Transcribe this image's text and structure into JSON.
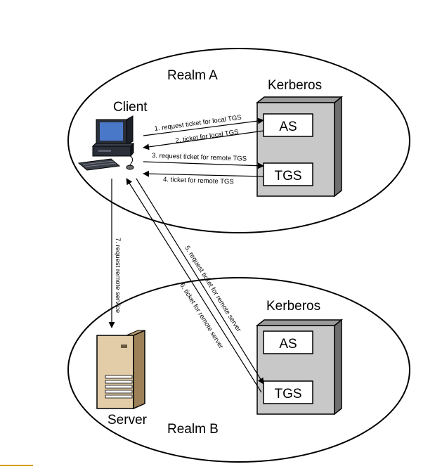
{
  "realm_a": {
    "label": "Realm A"
  },
  "realm_b": {
    "label": "Realm B"
  },
  "client": {
    "label": "Client"
  },
  "server": {
    "label": "Server"
  },
  "kerberos_a": {
    "label": "Kerberos",
    "as_label": "AS",
    "tgs_label": "TGS"
  },
  "kerberos_b": {
    "label": "Kerberos",
    "as_label": "AS",
    "tgs_label": "TGS"
  },
  "messages": {
    "m1": "1. request ticket for local TGS",
    "m2": "2. ticket for local TGS",
    "m3": "3. request ticket for remote TGS",
    "m4": "4. ticket for remote TGS",
    "m5": "5. request ticket for remote server",
    "m6": "6. ticket for remote server",
    "m7": "7. request remote service"
  },
  "colors": {
    "kerberos_fill": "#c8c8c8",
    "kerberos_side": "#6e6e6e",
    "accent_line": "#d4a017",
    "monitor_screen": "#4a78c8",
    "server_fill": "#e2cda8"
  }
}
